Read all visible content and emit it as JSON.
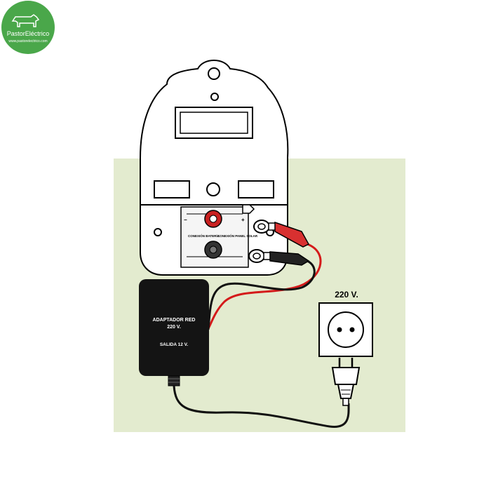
{
  "logo": {
    "brand": "PastorEléctrico",
    "url": "www.pastorelectrico.com"
  },
  "energizer": {
    "terminal_left_label": "CONEXIÓN BATERÍA",
    "terminal_right_label": "CONEXIÓN PANEL SOLAR",
    "minus_sign": "−",
    "plus_sign": "+"
  },
  "adapter": {
    "title_line1": "ADAPTADOR RED",
    "title_line2": "220 V.",
    "output": "SALIDA 12 V."
  },
  "outlet": {
    "voltage_label": "220 V."
  },
  "colors": {
    "background_panel": "#e3ebcf",
    "logo_green": "#4aa74a",
    "cable_red": "#d41a1a",
    "cable_black": "#111111",
    "clip_red": "#d83030",
    "knob_red": "#c82020"
  }
}
